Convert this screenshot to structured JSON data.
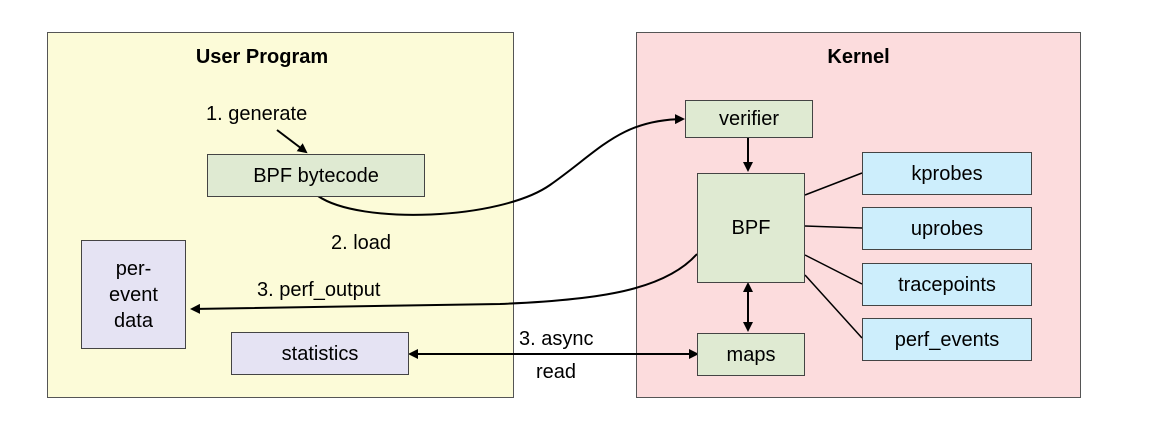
{
  "user_program": {
    "title": "User Program",
    "fill": "#fcfbd8",
    "bytecode_label": "BPF bytecode",
    "per_event_data_label": "per-\nevent\ndata",
    "statistics_label": "statistics"
  },
  "kernel": {
    "title": "Kernel",
    "fill": "#fcdcdd",
    "verifier_label": "verifier",
    "bpf_label": "BPF",
    "maps_label": "maps",
    "kprobes_label": "kprobes",
    "uprobes_label": "uprobes",
    "tracepoints_label": "tracepoints",
    "perf_events_label": "perf_events"
  },
  "edges": {
    "generate": "1. generate",
    "load": "2. load",
    "perf_output": "3. perf_output",
    "async_read_line1": "3. async",
    "async_read_line2": "read"
  },
  "colors": {
    "green_box": "#dfead2",
    "blue_box": "#cdeefc",
    "lavender_box": "#e5e3f3",
    "line": "#000000"
  }
}
